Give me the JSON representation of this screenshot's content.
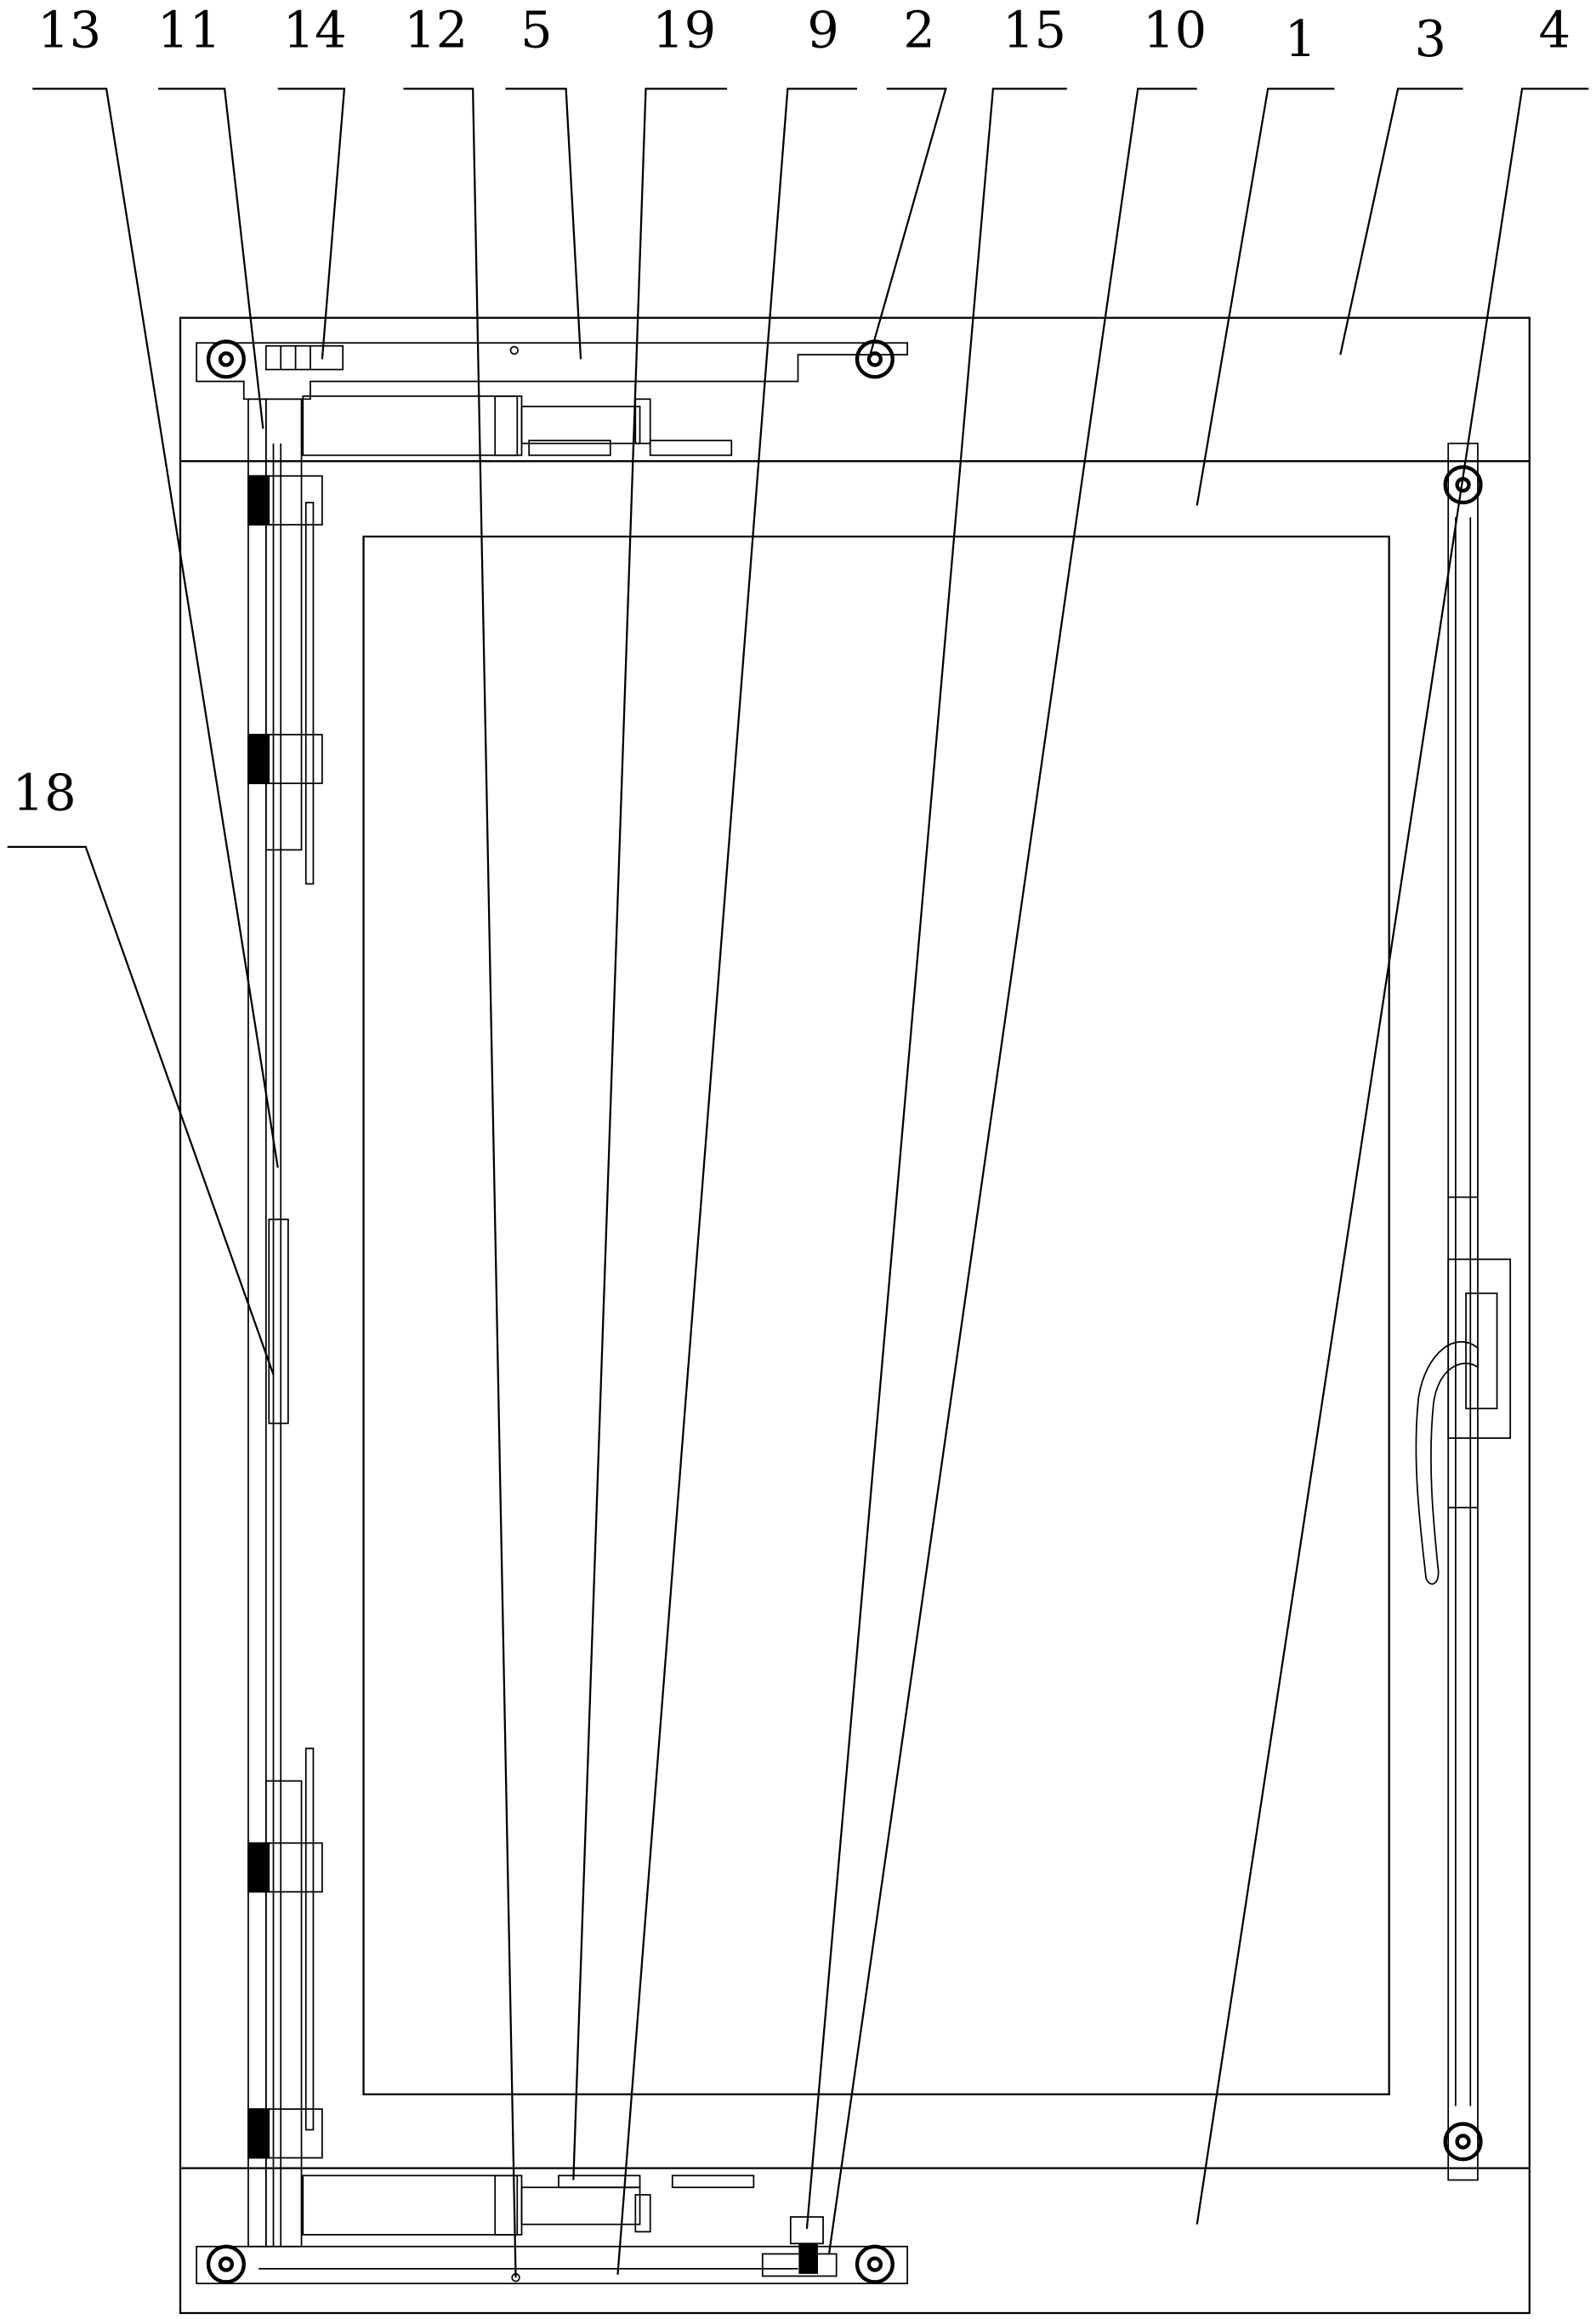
{
  "figure": {
    "labels": {
      "l13": "13",
      "l11": "11",
      "l14": "14",
      "l12": "12",
      "l5": "5",
      "l19": "19",
      "l9": "9",
      "l2": "2",
      "l15": "15",
      "l10": "10",
      "l1": "1",
      "l3": "3",
      "l4": "4",
      "l18": "18"
    },
    "colors": {
      "line": "#000000",
      "background": "#ffffff"
    }
  }
}
